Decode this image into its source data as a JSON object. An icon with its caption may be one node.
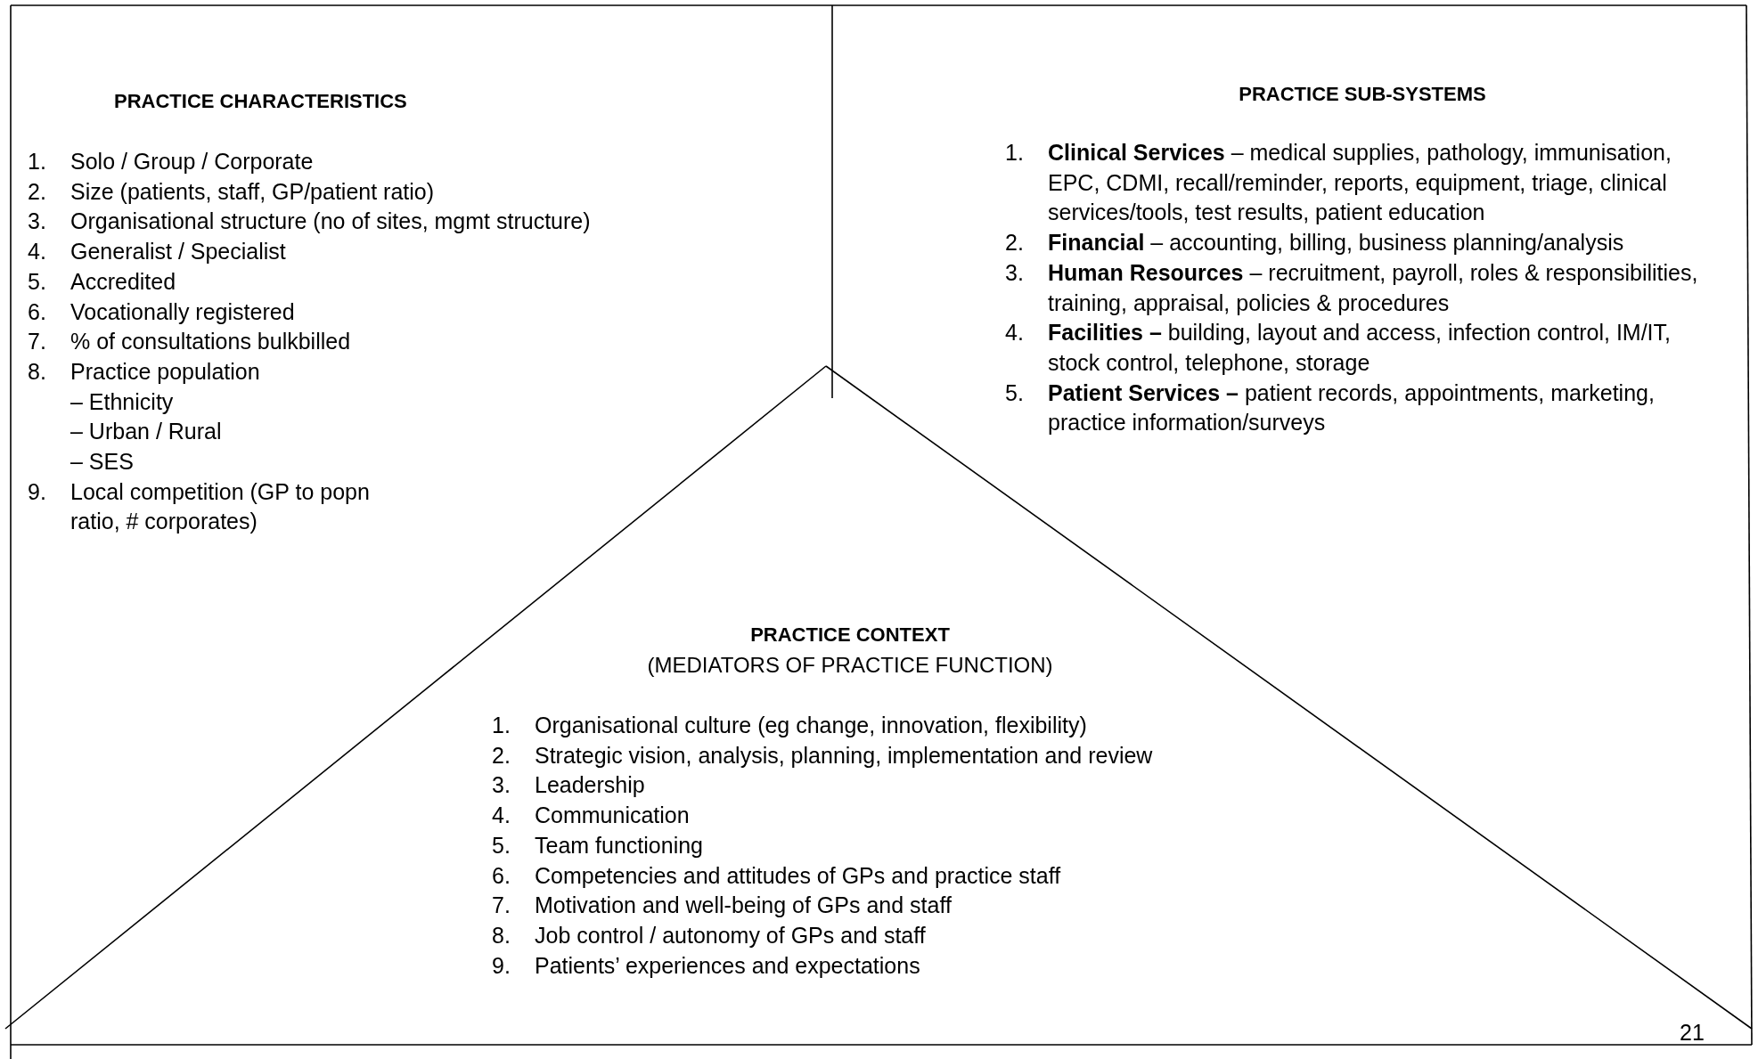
{
  "diagram": {
    "nodes": [
      {
        "text": [
          "PRACTICE CHARACTERISTICS",
          "1. Solo / Group / Corporate",
          "2. Size (patients, staff, GP/patient ratio)",
          "3. Organisational structure (no of sites, mgmt structure)",
          "4. Generalist / Specialist",
          "5. Accredited",
          "6. Vocationally registered",
          "7. % of consultations bulkbilled",
          "8. Practice population",
          "– Ethnicity",
          "– Urban / Rural",
          "– SES",
          "9. Local competition (GP to popn ratio, # corporates)"
        ]
      },
      {
        "text": [
          "PRACTICE SUB-SYSTEMS",
          "1. **Clinical Services** – medical supplies, pathology, immunisation, EPC, CDMI, recall/reminder, reports, equipment, triage, clinical services/tools, test results, patient education",
          "2. **Financial** – accounting, billing, business planning/analysis",
          "3. **Human Resources** – recruitment, payroll, roles & responsibilities, training, appraisal, policies & procedures",
          "4. **Facilities –** building, layout and access, infection control, IM/IT, stock control, telephone, storage",
          "5. **Patient Services –** patient records, appointments, marketing, practice information/surveys"
        ]
      },
      {
        "text": [
          "PRACTICE CONTEXT",
          "(MEDIATORS OF PRACTICE FUNCTION)",
          "1. Organisational culture (eg change, innovation, flexibility)",
          "2. Strategic vision, analysis, planning, implementation and review",
          "3. Leadership",
          "4. Communication",
          "5. Team functioning",
          "6. Competencies and attitudes of GPs and practice staff",
          "7. Motivation and well-being of GPs and staff",
          "8. Job control / autonomy of GPs and staff",
          "9. Patients’ experiences and expectations"
        ]
      }
    ],
    "labels": [
      "21"
    ]
  }
}
